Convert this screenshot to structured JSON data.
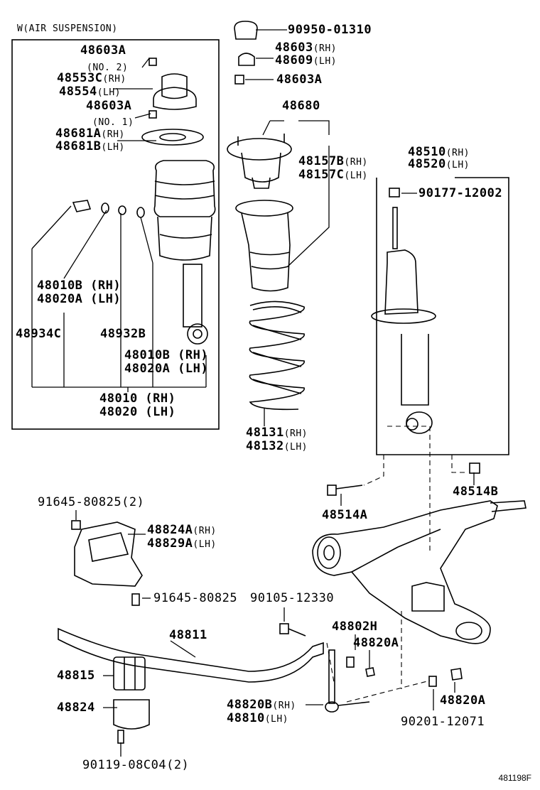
{
  "section_title": "W(AIR SUSPENSION)",
  "figure_id": "481198F",
  "parts": {
    "p1": {
      "num": "90950-01310"
    },
    "p2": {
      "num": "48603",
      "suffix": "(RH)"
    },
    "p3": {
      "num": "48609",
      "suffix": "(LH)"
    },
    "p4": {
      "num": "48603A"
    },
    "p5": {
      "num": "48680"
    },
    "p6": {
      "num": "48157B",
      "suffix": "(RH)"
    },
    "p7": {
      "num": "48157C",
      "suffix": "(LH)"
    },
    "p8": {
      "num": "48510",
      "suffix": "(RH)"
    },
    "p9": {
      "num": "48520",
      "suffix": "(LH)"
    },
    "p10": {
      "num": "90177-12002"
    },
    "p11": {
      "num": "48131",
      "suffix": "(RH)"
    },
    "p12": {
      "num": "48132",
      "suffix": "(LH)"
    },
    "p13": {
      "num": "48514B"
    },
    "p14": {
      "num": "48514A"
    },
    "a1": {
      "num": "48603A"
    },
    "a2": {
      "num": "(NO. 2)"
    },
    "a3": {
      "num": "48553C",
      "suffix": "(RH)"
    },
    "a4": {
      "num": "48554",
      "suffix": "(LH)"
    },
    "a5": {
      "num": "48603A"
    },
    "a6": {
      "num": "(NO. 1)"
    },
    "a7": {
      "num": "48681A",
      "suffix": "(RH)"
    },
    "a8": {
      "num": "48681B",
      "suffix": "(LH)"
    },
    "a9": {
      "num": "48010B (RH)"
    },
    "a10": {
      "num": "48020A (LH)"
    },
    "a11": {
      "num": "48934C"
    },
    "a12": {
      "num": "48932B"
    },
    "a13": {
      "num": "48010B (RH)"
    },
    "a14": {
      "num": "48020A (LH)"
    },
    "a15": {
      "num": "48010 (RH)"
    },
    "a16": {
      "num": "48020 (LH)"
    },
    "b1": {
      "num": "91645-80825(2)"
    },
    "b2": {
      "num": "48824A",
      "suffix": "(RH)"
    },
    "b3": {
      "num": "48829A",
      "suffix": "(LH)"
    },
    "b4": {
      "num": "91645-80825"
    },
    "b5": {
      "num": "90105-12330"
    },
    "b6": {
      "num": "48811"
    },
    "b7": {
      "num": "48802H"
    },
    "b8": {
      "num": "48820A"
    },
    "b9": {
      "num": "48815"
    },
    "b10": {
      "num": "48824"
    },
    "b11": {
      "num": "48820B",
      "suffix": "(RH)"
    },
    "b12": {
      "num": "48810",
      "suffix": "(LH)"
    },
    "b13": {
      "num": "48820A"
    },
    "b14": {
      "num": "90201-12071"
    },
    "b15": {
      "num": "90119-08C04(2)"
    }
  }
}
